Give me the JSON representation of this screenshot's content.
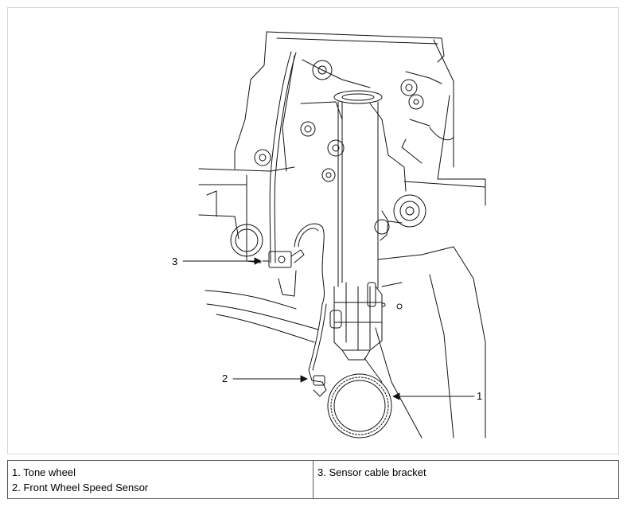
{
  "callouts": {
    "c1": "1",
    "c2": "2",
    "c3": "3"
  },
  "legend": {
    "items": [
      "1. Tone wheel",
      "2. Front Wheel Speed Sensor",
      "3. Sensor cable bracket"
    ]
  }
}
